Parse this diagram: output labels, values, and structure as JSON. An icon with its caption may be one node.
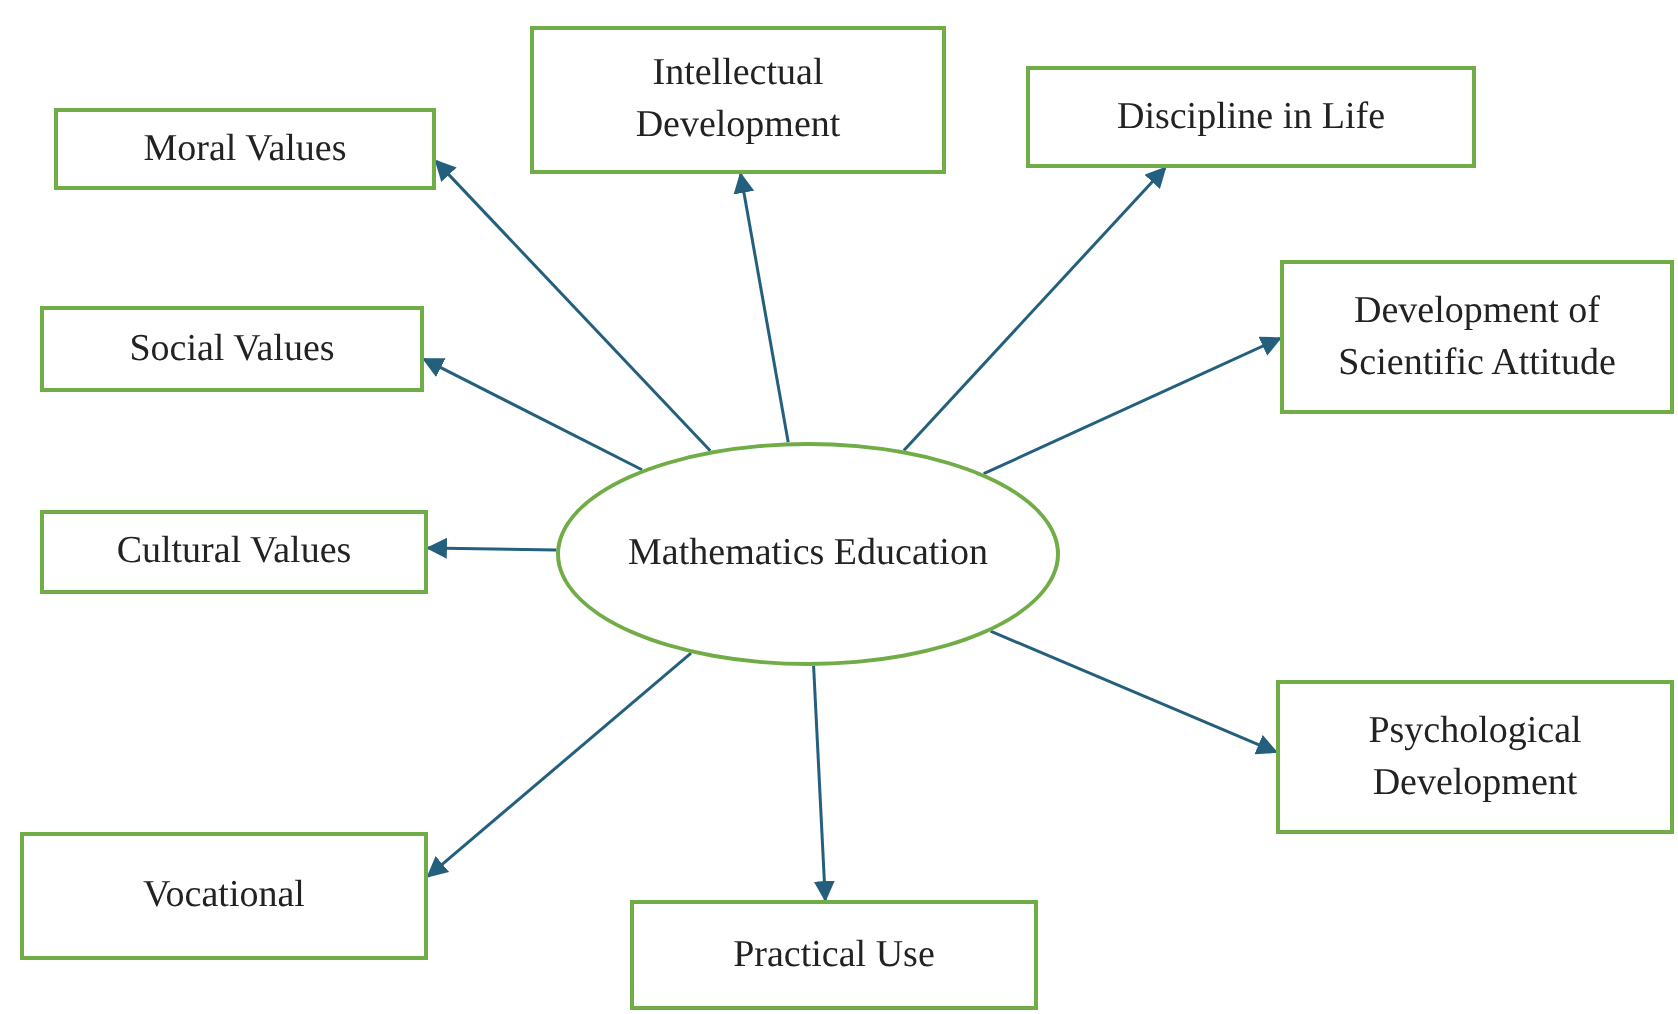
{
  "diagram": {
    "nodes": [
      {
        "text": [
          "Intellectual Development"
        ]
      },
      {
        "text": [
          "Discipline in Life"
        ]
      },
      {
        "text": [
          "Moral Values"
        ]
      },
      {
        "text": [
          "Development of Scientific Attitude"
        ]
      },
      {
        "text": [
          "Social Values"
        ]
      },
      {
        "text": [
          "Mathematics Education"
        ]
      },
      {
        "text": [
          "Cultural Values"
        ]
      },
      {
        "text": [
          "Psychological Development"
        ]
      },
      {
        "text": [
          "Vocational"
        ]
      },
      {
        "text": [
          "Practical Use"
        ]
      }
    ],
    "edges": [
      {
        "from": 5,
        "to": 2,
        "arrow": "to"
      },
      {
        "from": 5,
        "to": 0,
        "arrow": "to"
      },
      {
        "from": 5,
        "to": 1,
        "arrow": "to"
      },
      {
        "from": 5,
        "to": 3,
        "arrow": "to"
      },
      {
        "from": 5,
        "to": 4,
        "arrow": "to"
      },
      {
        "from": 5,
        "to": 6,
        "arrow": "to"
      },
      {
        "from": 5,
        "to": 7,
        "arrow": "to"
      },
      {
        "from": 5,
        "to": 8,
        "arrow": "to"
      },
      {
        "from": 5,
        "to": 9,
        "arrow": "to"
      }
    ]
  }
}
